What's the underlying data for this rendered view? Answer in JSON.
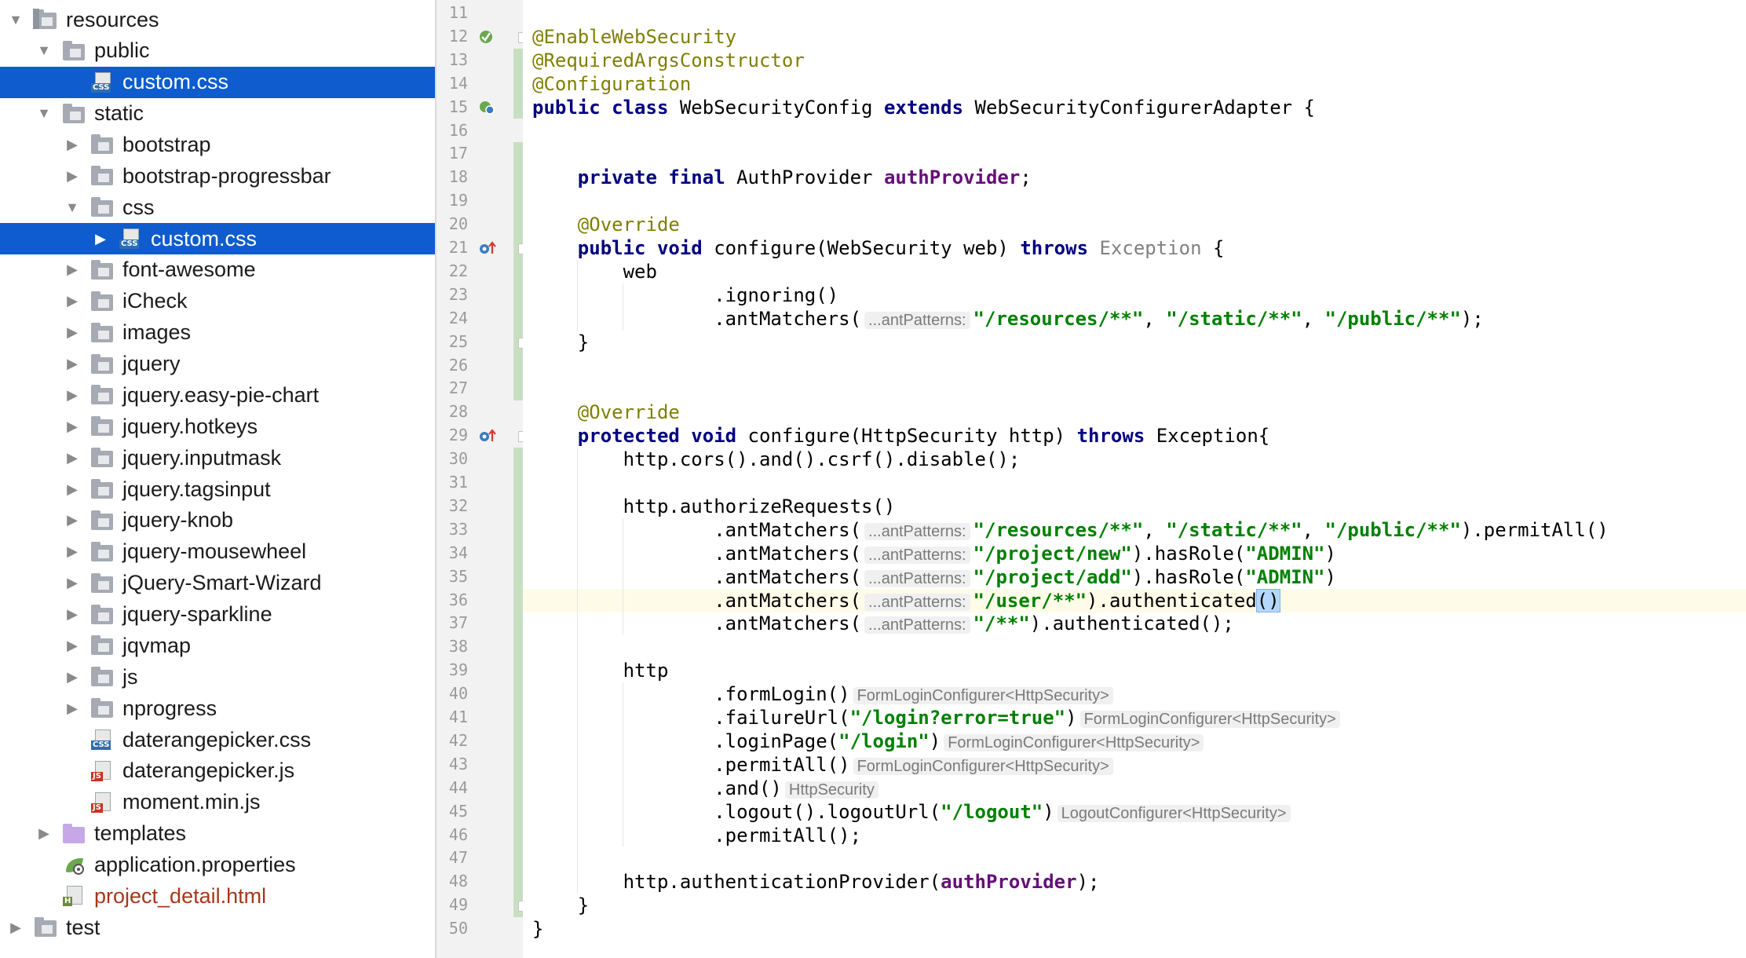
{
  "project_tree": {
    "items": [
      {
        "label": "resources",
        "indent": 0,
        "arrow": "down",
        "icon": "resources-folder",
        "selected": false
      },
      {
        "label": "public",
        "indent": 1,
        "arrow": "down",
        "icon": "folder",
        "selected": false
      },
      {
        "label": "custom.css",
        "indent": 2,
        "arrow": "none",
        "icon": "css-file",
        "selected": true
      },
      {
        "label": "static",
        "indent": 1,
        "arrow": "down",
        "icon": "folder",
        "selected": false
      },
      {
        "label": "bootstrap",
        "indent": 2,
        "arrow": "right",
        "icon": "folder",
        "selected": false
      },
      {
        "label": "bootstrap-progressbar",
        "indent": 2,
        "arrow": "right",
        "icon": "folder",
        "selected": false
      },
      {
        "label": "css",
        "indent": 2,
        "arrow": "down",
        "icon": "folder",
        "selected": false
      },
      {
        "label": "custom.css",
        "indent": 3,
        "arrow": "right",
        "icon": "css-file",
        "selected": true
      },
      {
        "label": "font-awesome",
        "indent": 2,
        "arrow": "right",
        "icon": "folder",
        "selected": false
      },
      {
        "label": "iCheck",
        "indent": 2,
        "arrow": "right",
        "icon": "folder",
        "selected": false
      },
      {
        "label": "images",
        "indent": 2,
        "arrow": "right",
        "icon": "folder",
        "selected": false
      },
      {
        "label": "jquery",
        "indent": 2,
        "arrow": "right",
        "icon": "folder",
        "selected": false
      },
      {
        "label": "jquery.easy-pie-chart",
        "indent": 2,
        "arrow": "right",
        "icon": "folder",
        "selected": false
      },
      {
        "label": "jquery.hotkeys",
        "indent": 2,
        "arrow": "right",
        "icon": "folder",
        "selected": false
      },
      {
        "label": "jquery.inputmask",
        "indent": 2,
        "arrow": "right",
        "icon": "folder",
        "selected": false
      },
      {
        "label": "jquery.tagsinput",
        "indent": 2,
        "arrow": "right",
        "icon": "folder",
        "selected": false
      },
      {
        "label": "jquery-knob",
        "indent": 2,
        "arrow": "right",
        "icon": "folder",
        "selected": false
      },
      {
        "label": "jquery-mousewheel",
        "indent": 2,
        "arrow": "right",
        "icon": "folder",
        "selected": false
      },
      {
        "label": "jQuery-Smart-Wizard",
        "indent": 2,
        "arrow": "right",
        "icon": "folder",
        "selected": false
      },
      {
        "label": "jquery-sparkline",
        "indent": 2,
        "arrow": "right",
        "icon": "folder",
        "selected": false
      },
      {
        "label": "jqvmap",
        "indent": 2,
        "arrow": "right",
        "icon": "folder",
        "selected": false
      },
      {
        "label": "js",
        "indent": 2,
        "arrow": "right",
        "icon": "folder",
        "selected": false
      },
      {
        "label": "nprogress",
        "indent": 2,
        "arrow": "right",
        "icon": "folder",
        "selected": false
      },
      {
        "label": "daterangepicker.css",
        "indent": 2,
        "arrow": "none",
        "icon": "css-file",
        "selected": false
      },
      {
        "label": "daterangepicker.js",
        "indent": 2,
        "arrow": "none",
        "icon": "js-file",
        "selected": false
      },
      {
        "label": "moment.min.js",
        "indent": 2,
        "arrow": "none",
        "icon": "js-file",
        "selected": false
      },
      {
        "label": "templates",
        "indent": 1,
        "arrow": "right",
        "icon": "templates-folder",
        "selected": false
      },
      {
        "label": "application.properties",
        "indent": 1,
        "arrow": "none",
        "icon": "spring-properties-file",
        "selected": false
      },
      {
        "label": "project_detail.html",
        "indent": 1,
        "arrow": "none",
        "icon": "html-file",
        "selected": false
      },
      {
        "label": "test",
        "indent": 0,
        "arrow": "right",
        "icon": "folder",
        "selected": false
      }
    ]
  },
  "editor": {
    "current_line": 36,
    "lines": [
      {
        "n": "11",
        "tokens": []
      },
      {
        "n": "12",
        "tokens": [
          {
            "t": "@EnableWebSecurity",
            "c": "ann"
          }
        ]
      },
      {
        "n": "13",
        "tokens": [
          {
            "t": "@RequiredArgsConstructor",
            "c": "ann"
          }
        ]
      },
      {
        "n": "14",
        "tokens": [
          {
            "t": "@Configuration",
            "c": "ann"
          }
        ]
      },
      {
        "n": "15",
        "tokens": [
          {
            "t": "public class ",
            "c": "kw"
          },
          {
            "t": "WebSecurityConfig ",
            "c": ""
          },
          {
            "t": "extends ",
            "c": "kw"
          },
          {
            "t": "WebSecurityConfigurerAdapter {",
            "c": ""
          }
        ]
      },
      {
        "n": "16",
        "tokens": []
      },
      {
        "n": "17",
        "tokens": []
      },
      {
        "n": "18",
        "tokens": [
          {
            "t": "    ",
            "c": ""
          },
          {
            "t": "private final ",
            "c": "kw"
          },
          {
            "t": "AuthProvider ",
            "c": ""
          },
          {
            "t": "authProvider",
            "c": "fld"
          },
          {
            "t": ";",
            "c": ""
          }
        ]
      },
      {
        "n": "19",
        "tokens": []
      },
      {
        "n": "20",
        "tokens": [
          {
            "t": "    ",
            "c": ""
          },
          {
            "t": "@Override",
            "c": "ann"
          }
        ]
      },
      {
        "n": "21",
        "tokens": [
          {
            "t": "    ",
            "c": ""
          },
          {
            "t": "public void ",
            "c": "kw"
          },
          {
            "t": "configure(WebSecurity web) ",
            "c": ""
          },
          {
            "t": "throws ",
            "c": "kw"
          },
          {
            "t": "Exception",
            "c": "gray"
          },
          {
            "t": " {",
            "c": ""
          }
        ]
      },
      {
        "n": "22",
        "tokens": [
          {
            "t": "        web",
            "c": ""
          }
        ]
      },
      {
        "n": "23",
        "tokens": [
          {
            "t": "                .ignoring()",
            "c": ""
          }
        ]
      },
      {
        "n": "24",
        "tokens": [
          {
            "t": "                .antMatchers(",
            "c": ""
          },
          {
            "t": "...antPatterns:",
            "c": "hint"
          },
          {
            "t": "\"/resources/**\"",
            "c": "str"
          },
          {
            "t": ", ",
            "c": ""
          },
          {
            "t": "\"/static/**\"",
            "c": "str"
          },
          {
            "t": ", ",
            "c": ""
          },
          {
            "t": "\"/public/**\"",
            "c": "str"
          },
          {
            "t": ");",
            "c": ""
          }
        ]
      },
      {
        "n": "25",
        "tokens": [
          {
            "t": "    }",
            "c": ""
          }
        ]
      },
      {
        "n": "26",
        "tokens": []
      },
      {
        "n": "27",
        "tokens": []
      },
      {
        "n": "28",
        "tokens": [
          {
            "t": "    ",
            "c": ""
          },
          {
            "t": "@Override",
            "c": "ann"
          }
        ]
      },
      {
        "n": "29",
        "tokens": [
          {
            "t": "    ",
            "c": ""
          },
          {
            "t": "protected void ",
            "c": "kw"
          },
          {
            "t": "configure(HttpSecurity http) ",
            "c": ""
          },
          {
            "t": "throws ",
            "c": "kw"
          },
          {
            "t": "Exception{",
            "c": ""
          }
        ]
      },
      {
        "n": "30",
        "tokens": [
          {
            "t": "        http.cors().and().csrf().disable();",
            "c": ""
          }
        ]
      },
      {
        "n": "31",
        "tokens": []
      },
      {
        "n": "32",
        "tokens": [
          {
            "t": "        http.authorizeRequests()",
            "c": ""
          }
        ]
      },
      {
        "n": "33",
        "tokens": [
          {
            "t": "                .antMatchers(",
            "c": ""
          },
          {
            "t": "...antPatterns:",
            "c": "hint"
          },
          {
            "t": "\"/resources/**\"",
            "c": "str"
          },
          {
            "t": ", ",
            "c": ""
          },
          {
            "t": "\"/static/**\"",
            "c": "str"
          },
          {
            "t": ", ",
            "c": ""
          },
          {
            "t": "\"/public/**\"",
            "c": "str"
          },
          {
            "t": ").permitAll()",
            "c": ""
          }
        ]
      },
      {
        "n": "34",
        "tokens": [
          {
            "t": "                .antMatchers(",
            "c": ""
          },
          {
            "t": "...antPatterns:",
            "c": "hint"
          },
          {
            "t": "\"/project/new\"",
            "c": "str"
          },
          {
            "t": ").hasRole(",
            "c": ""
          },
          {
            "t": "\"ADMIN\"",
            "c": "str"
          },
          {
            "t": ")",
            "c": ""
          }
        ]
      },
      {
        "n": "35",
        "tokens": [
          {
            "t": "                .antMatchers(",
            "c": ""
          },
          {
            "t": "...antPatterns:",
            "c": "hint"
          },
          {
            "t": "\"/project/add\"",
            "c": "str"
          },
          {
            "t": ").hasRole(",
            "c": ""
          },
          {
            "t": "\"ADMIN\"",
            "c": "str"
          },
          {
            "t": ")",
            "c": ""
          }
        ]
      },
      {
        "n": "36",
        "tokens": [
          {
            "t": "                .antMatchers(",
            "c": ""
          },
          {
            "t": "...antPatterns:",
            "c": "hint"
          },
          {
            "t": "\"/user/**\"",
            "c": "str"
          },
          {
            "t": ").authenticated",
            "c": ""
          },
          {
            "t": "()",
            "c": "bracehl"
          }
        ]
      },
      {
        "n": "37",
        "tokens": [
          {
            "t": "                .antMatchers(",
            "c": ""
          },
          {
            "t": "...antPatterns:",
            "c": "hint"
          },
          {
            "t": "\"/**\"",
            "c": "str"
          },
          {
            "t": ").authenticated();",
            "c": ""
          }
        ]
      },
      {
        "n": "38",
        "tokens": []
      },
      {
        "n": "39",
        "tokens": [
          {
            "t": "        http",
            "c": ""
          }
        ]
      },
      {
        "n": "40",
        "tokens": [
          {
            "t": "                .formLogin()",
            "c": ""
          },
          {
            "t": "FormLoginConfigurer<HttpSecurity>",
            "c": "hint"
          }
        ]
      },
      {
        "n": "41",
        "tokens": [
          {
            "t": "                .failureUrl(",
            "c": ""
          },
          {
            "t": "\"/login?error=true\"",
            "c": "str"
          },
          {
            "t": ")",
            "c": ""
          },
          {
            "t": "FormLoginConfigurer<HttpSecurity>",
            "c": "hint"
          }
        ]
      },
      {
        "n": "42",
        "tokens": [
          {
            "t": "                .loginPage(",
            "c": ""
          },
          {
            "t": "\"/login\"",
            "c": "str"
          },
          {
            "t": ")",
            "c": ""
          },
          {
            "t": "FormLoginConfigurer<HttpSecurity>",
            "c": "hint"
          }
        ]
      },
      {
        "n": "43",
        "tokens": [
          {
            "t": "                .permitAll()",
            "c": ""
          },
          {
            "t": "FormLoginConfigurer<HttpSecurity>",
            "c": "hint"
          }
        ]
      },
      {
        "n": "44",
        "tokens": [
          {
            "t": "                .and()",
            "c": ""
          },
          {
            "t": "HttpSecurity",
            "c": "hint"
          }
        ]
      },
      {
        "n": "45",
        "tokens": [
          {
            "t": "                .logout().logoutUrl(",
            "c": ""
          },
          {
            "t": "\"/logout\"",
            "c": "str"
          },
          {
            "t": ")",
            "c": ""
          },
          {
            "t": "LogoutConfigurer<HttpSecurity>",
            "c": "hint"
          }
        ]
      },
      {
        "n": "46",
        "tokens": [
          {
            "t": "                .permitAll();",
            "c": ""
          }
        ]
      },
      {
        "n": "47",
        "tokens": []
      },
      {
        "n": "48",
        "tokens": [
          {
            "t": "        http.authenticationProvider(",
            "c": ""
          },
          {
            "t": "authProvider",
            "c": "fld"
          },
          {
            "t": ");",
            "c": ""
          }
        ]
      },
      {
        "n": "49",
        "tokens": [
          {
            "t": "    }",
            "c": ""
          }
        ]
      },
      {
        "n": "50",
        "tokens": [
          {
            "t": "}",
            "c": ""
          }
        ]
      }
    ]
  },
  "gutter_icons": [
    {
      "line": 12,
      "icon": "spring-bean-icon"
    },
    {
      "line": 15,
      "icon": "spring-config-icon"
    },
    {
      "line": 21,
      "icon": "override-method-icon"
    },
    {
      "line": 29,
      "icon": "override-method-icon"
    }
  ],
  "colors": {
    "selection": "#0e5ccd",
    "keyword": "#000080",
    "annotation": "#7f7f00",
    "string": "#008000",
    "field": "#660e7a",
    "current_line": "#fefbe8"
  }
}
